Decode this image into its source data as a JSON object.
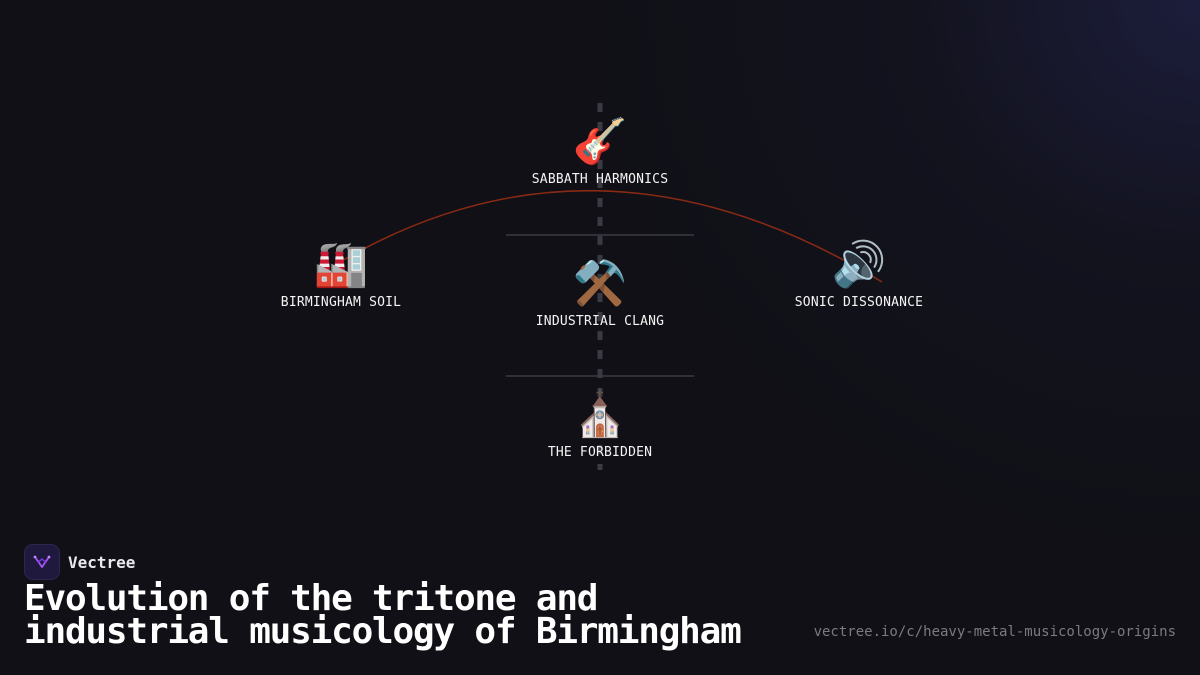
{
  "brand": {
    "name": "Vectree",
    "logo_icon": "branching-tree-icon",
    "accent": "#7c3aed"
  },
  "title_line1": "Evolution of the tritone and",
  "title_line2": "industrial musicology of Birmingham",
  "url": "vectree.io/c/heavy-metal-musicology-origins",
  "diagram": {
    "connector_color": "#8a2a14",
    "axis_color": "#3a3a44",
    "nodes": [
      {
        "id": "sabbath",
        "icon": "🎸",
        "icon_name": "electric-guitar-icon",
        "label": "SABBATH HARMONICS"
      },
      {
        "id": "birmingham",
        "icon": "🏭",
        "icon_name": "factory-icon",
        "label": "BIRMINGHAM SOIL"
      },
      {
        "id": "industrial",
        "icon": "⚒️",
        "icon_name": "hammer-pick-icon",
        "label": "INDUSTRIAL CLANG"
      },
      {
        "id": "sonic",
        "icon": "🔊",
        "icon_name": "speaker-icon",
        "label": "SONIC DISSONANCE"
      },
      {
        "id": "forbidden",
        "icon": "⛪",
        "icon_name": "church-icon",
        "label": "THE FORBIDDEN"
      }
    ]
  }
}
